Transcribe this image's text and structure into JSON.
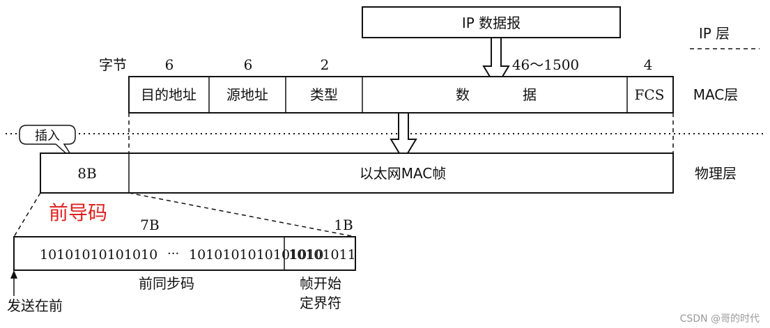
{
  "ip_datagram": "IP 数据报",
  "layers": {
    "ip": "IP 层",
    "mac": "MAC层",
    "phy": "物理层"
  },
  "byte_label": "字节",
  "field_sizes": {
    "dest": "6",
    "src": "6",
    "type": "2",
    "data": "46～1500",
    "fcs": "4"
  },
  "fields": {
    "dest": "目的地址",
    "src": "源地址",
    "type": "类型",
    "data_a": "数",
    "data_b": "据",
    "fcs": "FCS"
  },
  "insert_label": "插入",
  "preamble_size": "8B",
  "mac_frame": "以太网MAC帧",
  "preamble_title": "前导码",
  "preamble": {
    "size_7": "7B",
    "size_1": "1B",
    "bits_a": "10101010101010",
    "ellipsis": "···",
    "bits_b": "1010101010101010",
    "sfd_bits": "10101011",
    "sync_label": "前同步码",
    "sfd_line1": "帧开始",
    "sfd_line2": "定界符",
    "send_first": "发送在前"
  },
  "watermark": "CSDN @哥的时代",
  "colors": {
    "accent_red": "#e02020",
    "watermark": "#9a9a9a"
  }
}
